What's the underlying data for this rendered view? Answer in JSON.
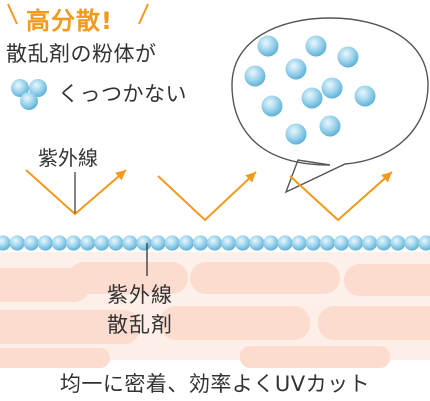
{
  "title": "高分散!",
  "benefit_line1": "散乱剤の粉体が",
  "benefit_line2": "くっつかない",
  "label_uv": "紫外線",
  "label_scatter_line1": "紫外線",
  "label_scatter_line2": "散乱剤",
  "caption": "均一に密着、効率よくUVカット",
  "colors": {
    "accent": "#f39a1c",
    "particle": "#8ecbe8",
    "particle_edge": "#5aaed4",
    "skin": "#fbd9cc",
    "skin_bg": "#fdeee7",
    "uv_arrow": "#f39a1c"
  }
}
